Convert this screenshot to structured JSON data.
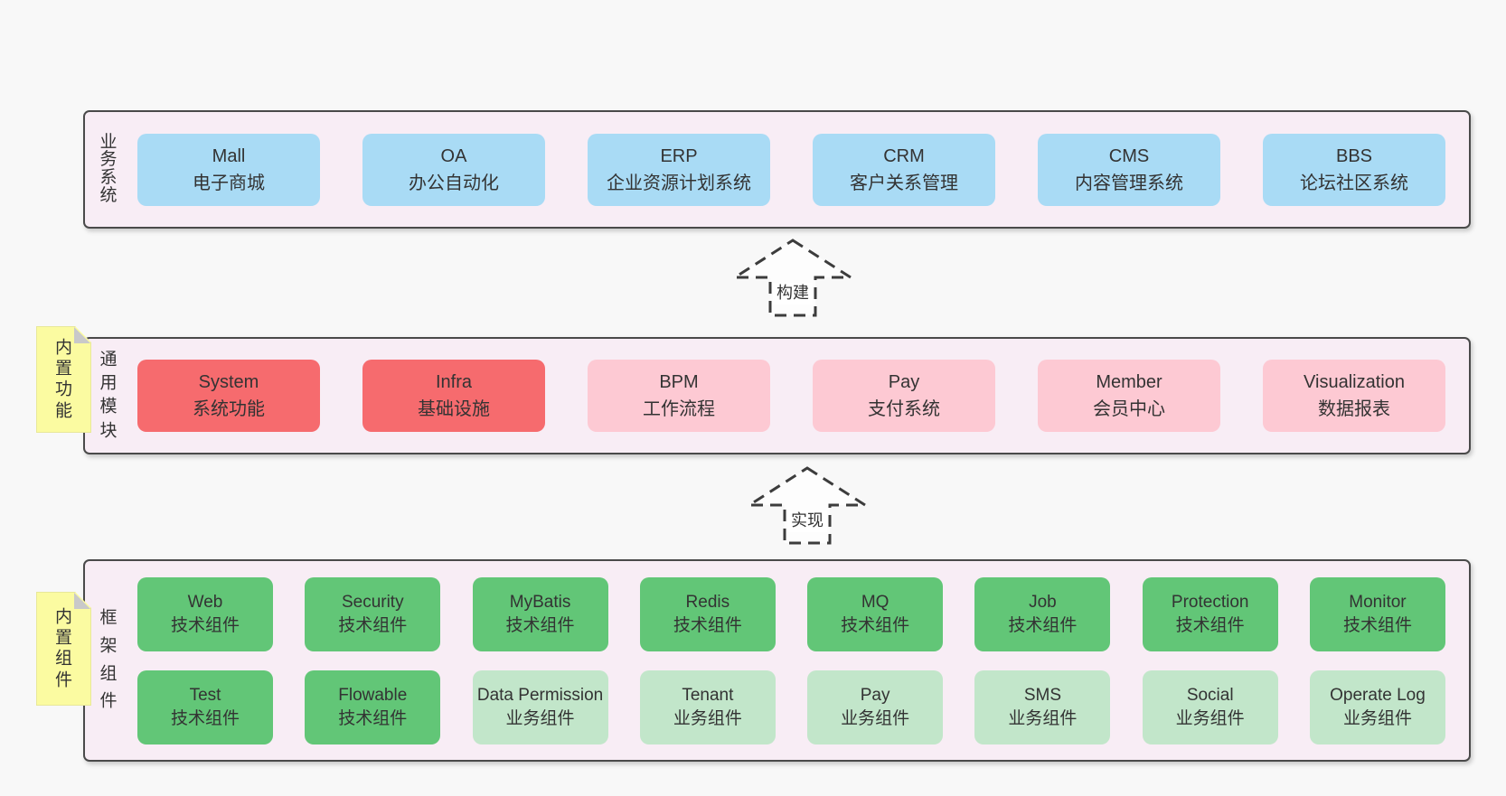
{
  "colors": {
    "page_background": "#f8f8f8",
    "layer_background": "#f8edf5",
    "layer_border": "#4a4a4a",
    "blue_box": "#a9dbf5",
    "red_box": "#f66b6e",
    "pink_box": "#fdc9d3",
    "green_box": "#62c677",
    "light_green_box": "#c2e6ca",
    "sticky_yellow": "#fbfba1",
    "sticky_fold_gray": "#c9c9c9",
    "text": "#333333"
  },
  "arrows": [
    {
      "label": "构建"
    },
    {
      "label": "实现"
    }
  ],
  "layers": [
    {
      "id": "business-systems",
      "label": "业务系统",
      "boxes": [
        {
          "name": "Mall",
          "desc": "电子商城",
          "color": "blue_box"
        },
        {
          "name": "OA",
          "desc": "办公自动化",
          "color": "blue_box"
        },
        {
          "name": "ERP",
          "desc": "企业资源计划系统",
          "color": "blue_box"
        },
        {
          "name": "CRM",
          "desc": "客户关系管理",
          "color": "blue_box"
        },
        {
          "name": "CMS",
          "desc": "内容管理系统",
          "color": "blue_box"
        },
        {
          "name": "BBS",
          "desc": "论坛社区系统",
          "color": "blue_box"
        }
      ]
    },
    {
      "id": "common-modules",
      "label": "通用模块",
      "sticky": "内置功能",
      "boxes": [
        {
          "name": "System",
          "desc": "系统功能",
          "color": "red_box"
        },
        {
          "name": "Infra",
          "desc": "基础设施",
          "color": "red_box"
        },
        {
          "name": "BPM",
          "desc": "工作流程",
          "color": "pink_box"
        },
        {
          "name": "Pay",
          "desc": "支付系统",
          "color": "pink_box"
        },
        {
          "name": "Member",
          "desc": "会员中心",
          "color": "pink_box"
        },
        {
          "name": "Visualization",
          "desc": "数据报表",
          "color": "pink_box"
        }
      ]
    },
    {
      "id": "framework-components",
      "label": "框架组件",
      "sticky": "内置组件",
      "rows": [
        [
          {
            "name": "Web",
            "desc": "技术组件",
            "color": "green_box"
          },
          {
            "name": "Security",
            "desc": "技术组件",
            "color": "green_box"
          },
          {
            "name": "MyBatis",
            "desc": "技术组件",
            "color": "green_box"
          },
          {
            "name": "Redis",
            "desc": "技术组件",
            "color": "green_box"
          },
          {
            "name": "MQ",
            "desc": "技术组件",
            "color": "green_box"
          },
          {
            "name": "Job",
            "desc": "技术组件",
            "color": "green_box"
          },
          {
            "name": "Protection",
            "desc": "技术组件",
            "color": "green_box"
          },
          {
            "name": "Monitor",
            "desc": "技术组件",
            "color": "green_box"
          }
        ],
        [
          {
            "name": "Test",
            "desc": "技术组件",
            "color": "green_box"
          },
          {
            "name": "Flowable",
            "desc": "技术组件",
            "color": "green_box"
          },
          {
            "name": "Data Permission",
            "desc": "业务组件",
            "color": "light_green_box"
          },
          {
            "name": "Tenant",
            "desc": "业务组件",
            "color": "light_green_box"
          },
          {
            "name": "Pay",
            "desc": "业务组件",
            "color": "light_green_box"
          },
          {
            "name": "SMS",
            "desc": "业务组件",
            "color": "light_green_box"
          },
          {
            "name": "Social",
            "desc": "业务组件",
            "color": "light_green_box"
          },
          {
            "name": "Operate Log",
            "desc": "业务组件",
            "color": "light_green_box"
          }
        ]
      ]
    }
  ]
}
